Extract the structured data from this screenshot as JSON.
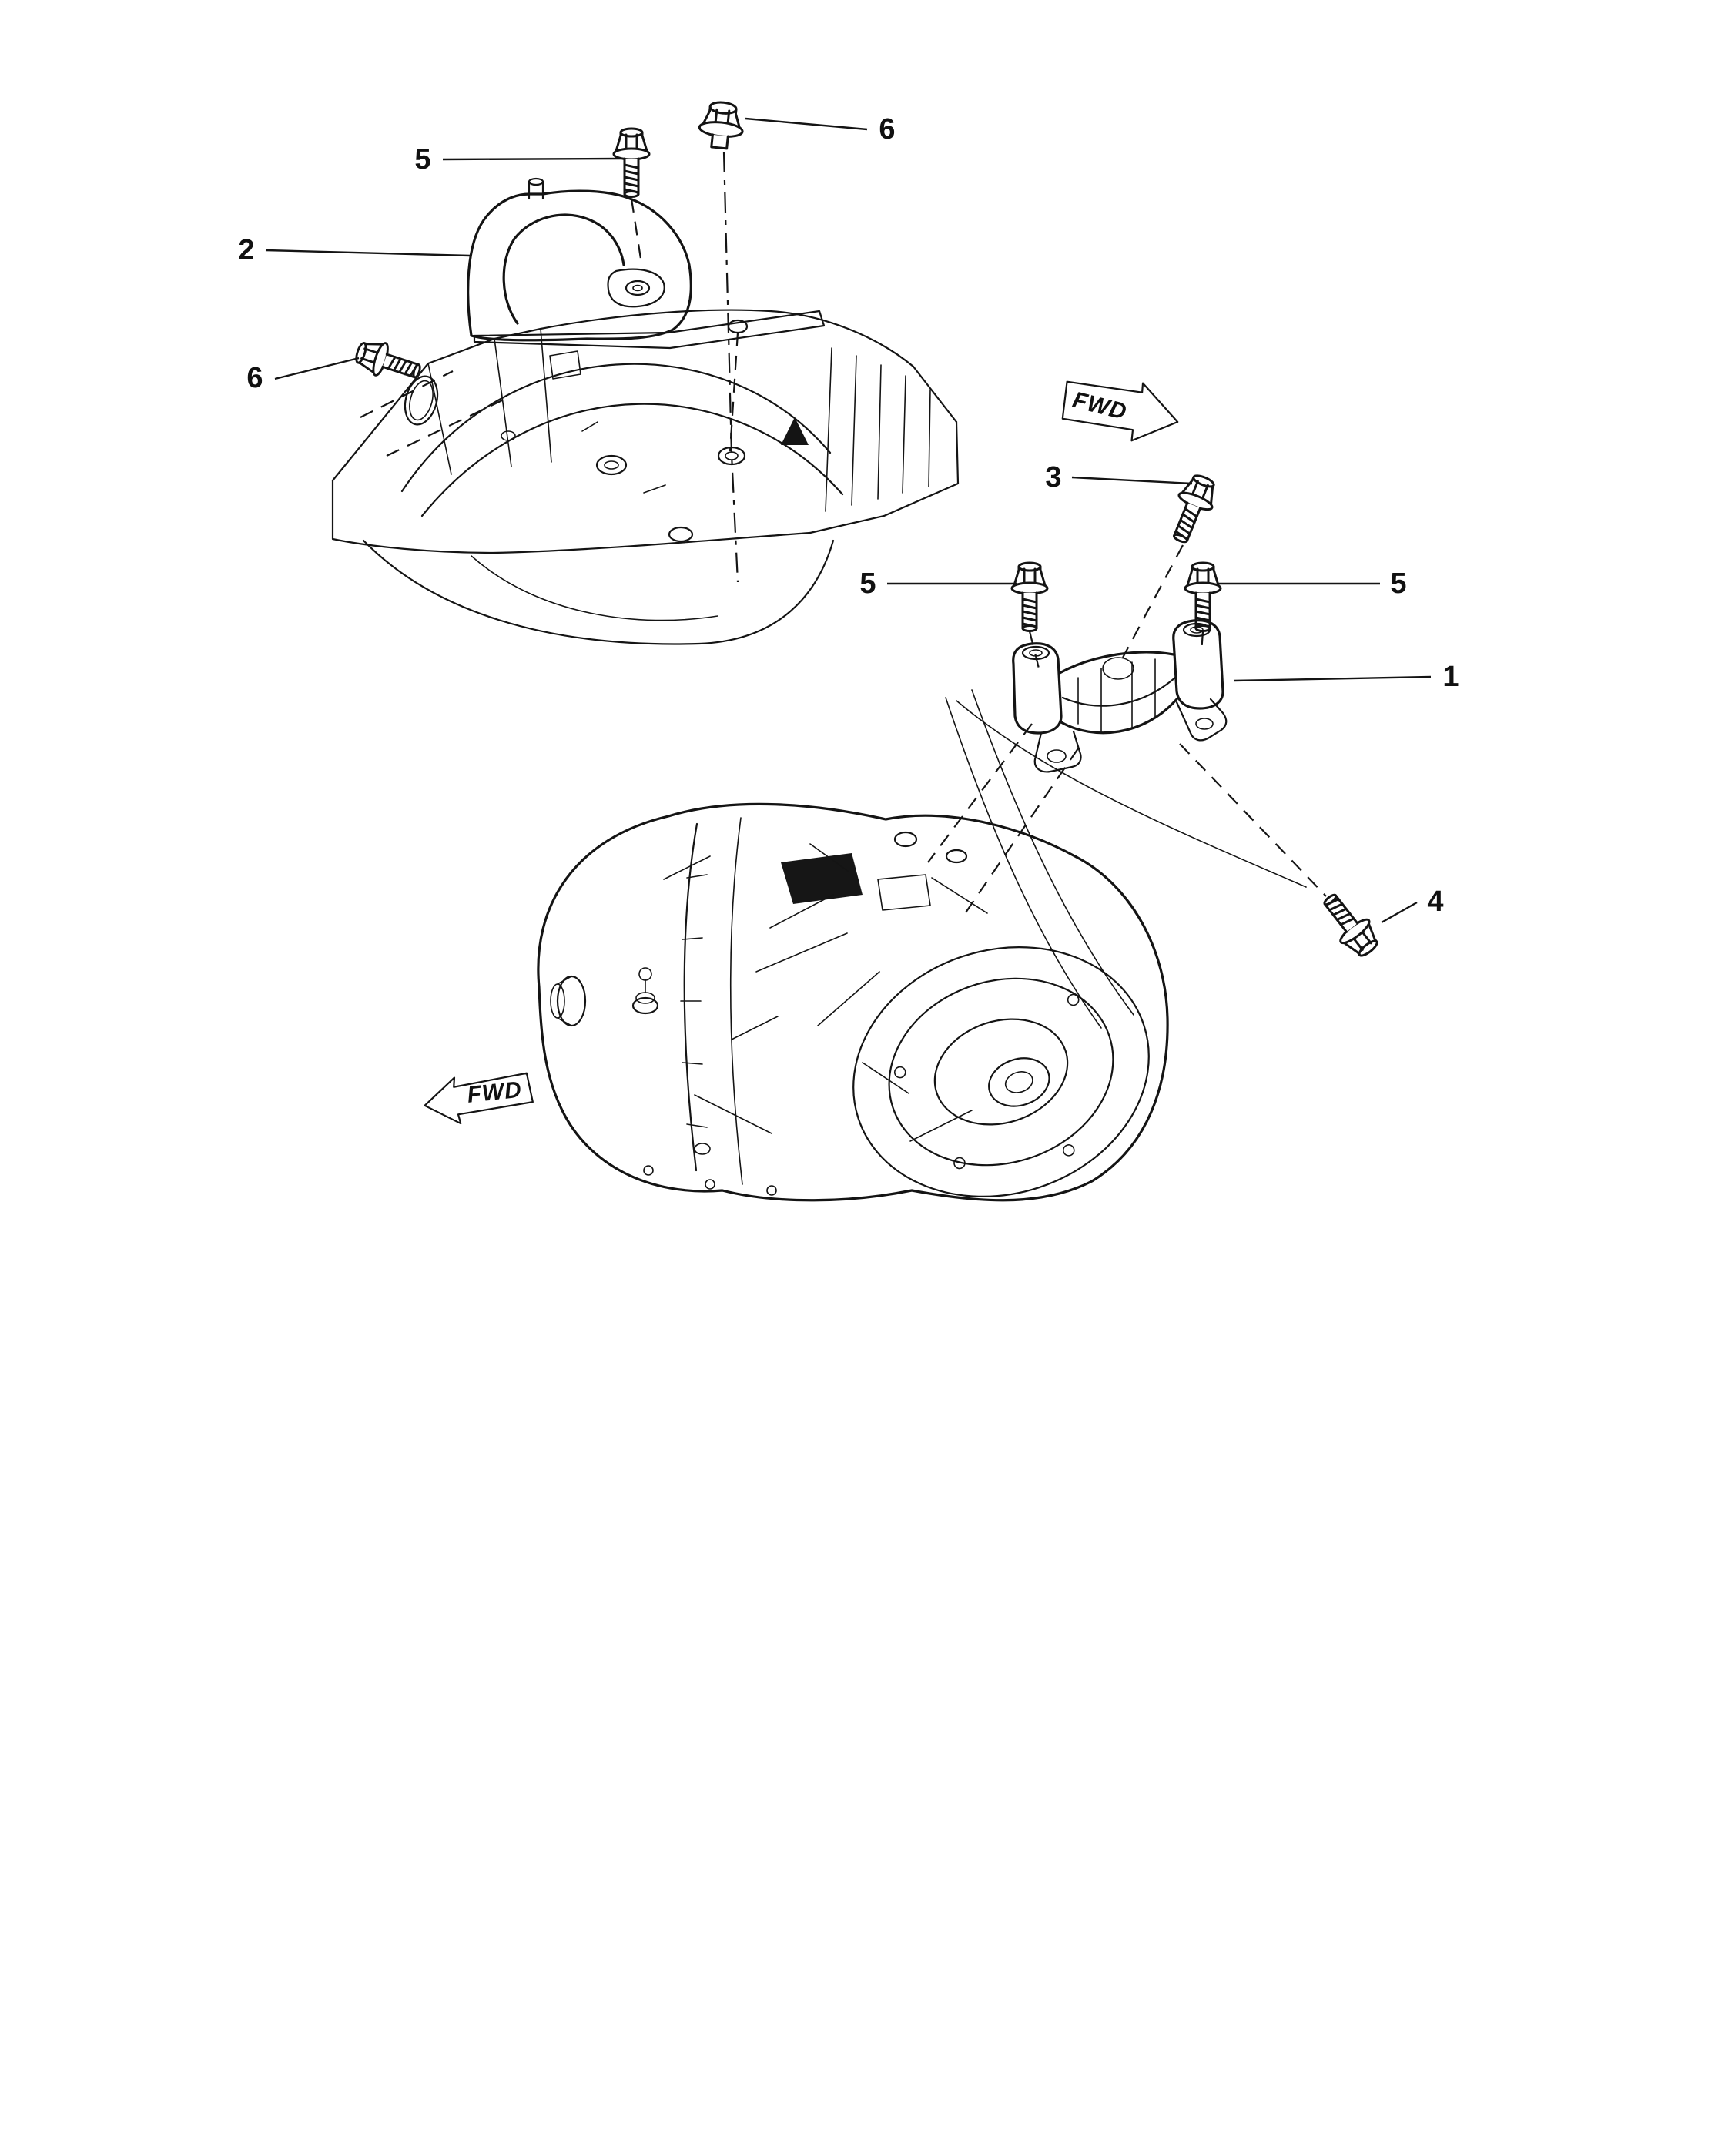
{
  "figure": {
    "background": "#ffffff",
    "line_color": "#141414"
  },
  "callouts": {
    "bolt5_top": {
      "label": "5"
    },
    "bolt6_top": {
      "label": "6"
    },
    "mount": {
      "label": "2"
    },
    "bolt6_side": {
      "label": "6"
    },
    "bolt3": {
      "label": "3"
    },
    "bolt5_left": {
      "label": "5"
    },
    "bolt5_right": {
      "label": "5"
    },
    "bracket": {
      "label": "1"
    },
    "bolt4": {
      "label": "4"
    }
  },
  "direction_arrows": {
    "upper": {
      "label": "FWD"
    },
    "lower": {
      "label": "FWD"
    }
  }
}
